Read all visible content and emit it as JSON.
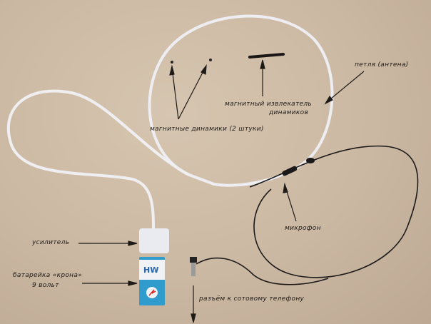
{
  "labels": {
    "loop": "петля (антена)",
    "extractor_line1": "магнитный извлекатель",
    "extractor_line2": "динамиков",
    "speakers": "магнитные динамики (2 штуки)",
    "microphone": "микрофон",
    "amplifier": "усилитель",
    "battery_line1": "батарейка «крона»",
    "battery_line2": "9 вольт",
    "connector": "разъём к сотовому телефону"
  },
  "battery_logo": "HW"
}
